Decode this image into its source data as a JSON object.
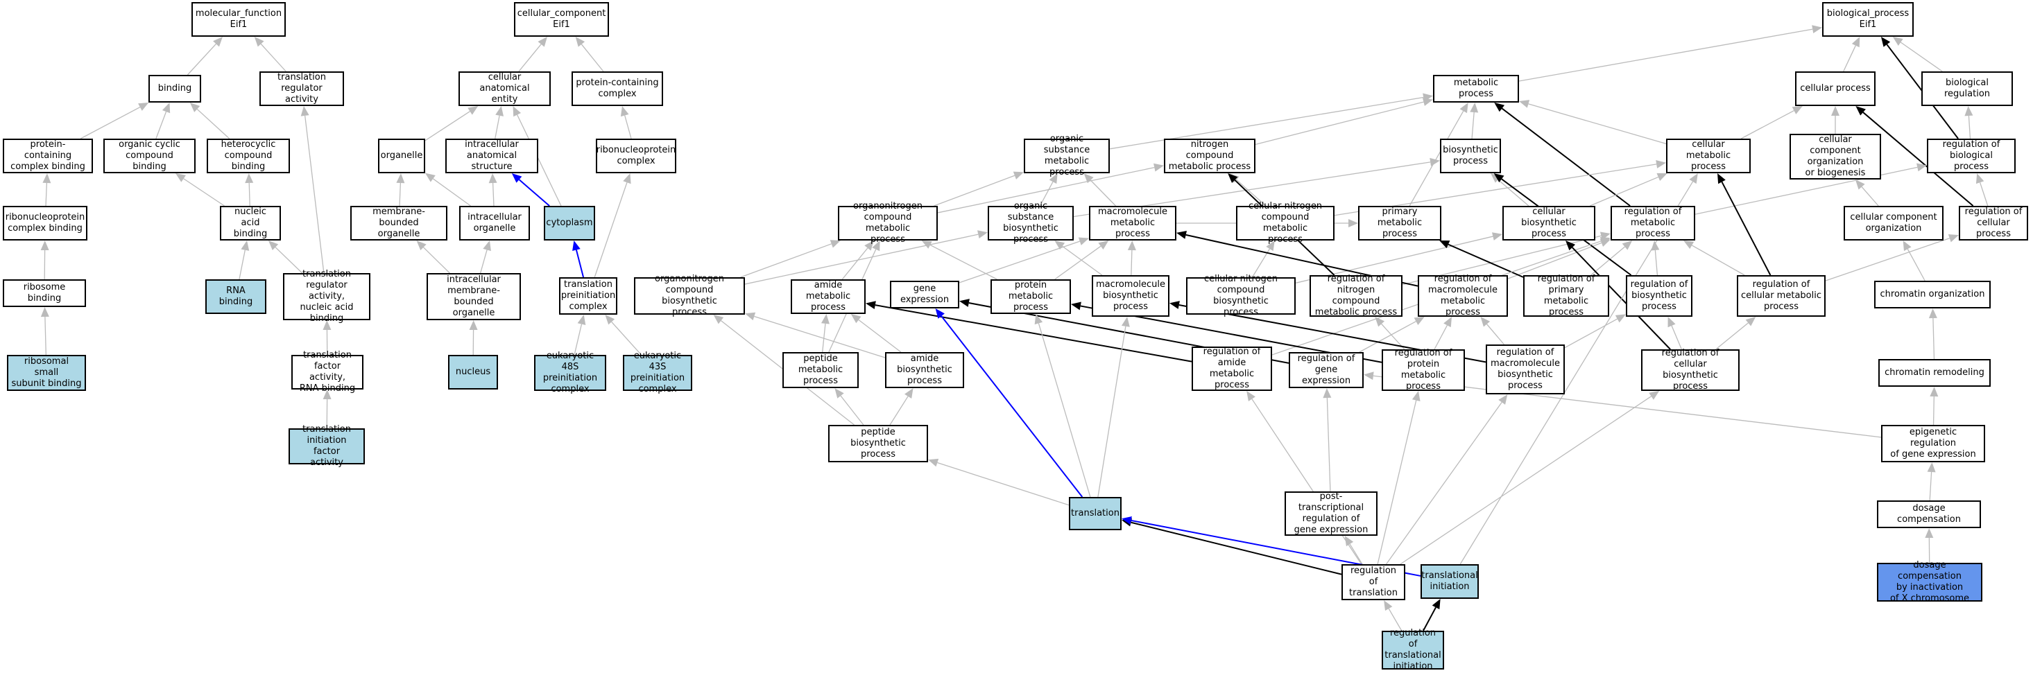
{
  "colors": {
    "is_a_edge": "#bbbbbb",
    "part_of_edge": "#0000ff",
    "regulates_edge": "#000000",
    "node_fill": "#ffffff",
    "highlight_fill": "#add8e6",
    "query_fill": "#6495ed"
  },
  "nodes": [
    {
      "id": "mf",
      "label": "molecular_function\nEif1"
    },
    {
      "id": "binding",
      "label": "binding"
    },
    {
      "id": "trans_reg",
      "label": "translation\nregulator activity"
    },
    {
      "id": "prot_cplx_bind",
      "label": "protein-containing\ncomplex binding"
    },
    {
      "id": "org_cyc",
      "label": "organic cyclic\ncompound binding"
    },
    {
      "id": "hetero",
      "label": "heterocyclic\ncompound binding"
    },
    {
      "id": "rnp_bind",
      "label": "ribonucleoprotein\ncomplex binding"
    },
    {
      "id": "na_bind",
      "label": "nucleic acid\nbinding"
    },
    {
      "id": "ribo_bind",
      "label": "ribosome binding"
    },
    {
      "id": "rna_bind",
      "label": "RNA binding"
    },
    {
      "id": "trans_reg_na",
      "label": "translation\nregulator activity,\nnucleic acid\nbinding"
    },
    {
      "id": "small_sub",
      "label": "ribosomal small\nsubunit binding"
    },
    {
      "id": "tf_rna",
      "label": "translation\nfactor activity,\nRNA binding"
    },
    {
      "id": "tif",
      "label": "translation\ninitiation factor\nactivity"
    },
    {
      "id": "cc",
      "label": "cellular_component\nEif1"
    },
    {
      "id": "cae",
      "label": "cellular anatomical\nentity"
    },
    {
      "id": "pcc",
      "label": "protein-containing\ncomplex"
    },
    {
      "id": "organelle",
      "label": "organelle"
    },
    {
      "id": "ias",
      "label": "intracellular\nanatomical structure"
    },
    {
      "id": "rnp_cplx",
      "label": "ribonucleoprotein\ncomplex"
    },
    {
      "id": "mbo",
      "label": "membrane-bounded\norganelle"
    },
    {
      "id": "io",
      "label": "intracellular\norganelle"
    },
    {
      "id": "cytoplasm",
      "label": "cytoplasm"
    },
    {
      "id": "imbo",
      "label": "intracellular\nmembrane-bounded\norganelle"
    },
    {
      "id": "tpic",
      "label": "translation\npreinitiation\ncomplex"
    },
    {
      "id": "nucleus",
      "label": "nucleus"
    },
    {
      "id": "e48s",
      "label": "eukaryotic 48S\npreinitiation\ncomplex"
    },
    {
      "id": "e43s",
      "label": "eukaryotic 43S\npreinitiation\ncomplex"
    },
    {
      "id": "bp",
      "label": "biological_process\nEif1"
    },
    {
      "id": "metab",
      "label": "metabolic process"
    },
    {
      "id": "cellproc",
      "label": "cellular process"
    },
    {
      "id": "bioreg",
      "label": "biological regulation"
    },
    {
      "id": "osmp",
      "label": "organic substance\nmetabolic process"
    },
    {
      "id": "ncmp",
      "label": "nitrogen compound\nmetabolic process"
    },
    {
      "id": "biosyn",
      "label": "biosynthetic\nprocess"
    },
    {
      "id": "cmp",
      "label": "cellular metabolic\nprocess"
    },
    {
      "id": "ccob",
      "label": "cellular component\norganization\nor biogenesis"
    },
    {
      "id": "rbp",
      "label": "regulation of\nbiological process"
    },
    {
      "id": "oncmp",
      "label": "organonitrogen\ncompound metabolic\nprocess"
    },
    {
      "id": "osbp",
      "label": "organic substance\nbiosynthetic\nprocess"
    },
    {
      "id": "mmp",
      "label": "macromolecule\nmetabolic process"
    },
    {
      "id": "cncmp",
      "label": "cellular nitrogen\ncompound metabolic\nprocess"
    },
    {
      "id": "pmp",
      "label": "primary metabolic\nprocess"
    },
    {
      "id": "cbp",
      "label": "cellular biosynthetic\nprocess"
    },
    {
      "id": "rmp",
      "label": "regulation of\nmetabolic process"
    },
    {
      "id": "cco",
      "label": "cellular component\norganization"
    },
    {
      "id": "rcp",
      "label": "regulation of\ncellular process"
    },
    {
      "id": "oncbp",
      "label": "organonitrogen\ncompound biosynthetic\nprocess"
    },
    {
      "id": "amp",
      "label": "amide metabolic\nprocess"
    },
    {
      "id": "gexp",
      "label": "gene expression"
    },
    {
      "id": "protmp",
      "label": "protein metabolic\nprocess"
    },
    {
      "id": "mbp",
      "label": "macromolecule\nbiosynthetic\nprocess"
    },
    {
      "id": "cncbp",
      "label": "cellular nitrogen\ncompound biosynthetic\nprocess"
    },
    {
      "id": "rncmp",
      "label": "regulation of\nnitrogen compound\nmetabolic process"
    },
    {
      "id": "rmmp",
      "label": "regulation of\nmacromolecule\nmetabolic process"
    },
    {
      "id": "rpmp",
      "label": "regulation of\nprimary metabolic\nprocess"
    },
    {
      "id": "rbiosyn",
      "label": "regulation of\nbiosynthetic\nprocess"
    },
    {
      "id": "rcmp",
      "label": "regulation of\ncellular metabolic\nprocess"
    },
    {
      "id": "chromorg",
      "label": "chromatin organization"
    },
    {
      "id": "pepmp",
      "label": "peptide metabolic\nprocess"
    },
    {
      "id": "abp",
      "label": "amide biosynthetic\nprocess"
    },
    {
      "id": "ramp",
      "label": "regulation of\namide metabolic\nprocess"
    },
    {
      "id": "rge",
      "label": "regulation of\ngene expression"
    },
    {
      "id": "rprotmp",
      "label": "regulation of\nprotein metabolic\nprocess"
    },
    {
      "id": "rmbp",
      "label": "regulation of\nmacromolecule\nbiosynthetic\nprocess"
    },
    {
      "id": "rcbp",
      "label": "regulation of\ncellular biosynthetic\nprocess"
    },
    {
      "id": "chromrem",
      "label": "chromatin remodeling"
    },
    {
      "id": "pbp",
      "label": "peptide biosynthetic\nprocess"
    },
    {
      "id": "erge",
      "label": "epigenetic regulation\nof gene expression"
    },
    {
      "id": "translation",
      "label": "translation"
    },
    {
      "id": "ptrge",
      "label": "post-transcriptional\nregulation of\ngene expression"
    },
    {
      "id": "dosage",
      "label": "dosage compensation"
    },
    {
      "id": "rtrans",
      "label": "regulation of\ntranslation"
    },
    {
      "id": "tinit",
      "label": "translational\ninitiation"
    },
    {
      "id": "dcx",
      "label": "dosage compensation\nby inactivation\nof X chromosome"
    },
    {
      "id": "rti",
      "label": "regulation of\ntranslational\ninitiation"
    }
  ],
  "edges": [
    {
      "from": "binding",
      "to": "mf",
      "type": "is_a"
    },
    {
      "from": "trans_reg",
      "to": "mf",
      "type": "is_a"
    },
    {
      "from": "prot_cplx_bind",
      "to": "binding",
      "type": "is_a"
    },
    {
      "from": "org_cyc",
      "to": "binding",
      "type": "is_a"
    },
    {
      "from": "hetero",
      "to": "binding",
      "type": "is_a"
    },
    {
      "from": "rnp_bind",
      "to": "prot_cplx_bind",
      "type": "is_a"
    },
    {
      "from": "na_bind",
      "to": "org_cyc",
      "type": "is_a"
    },
    {
      "from": "na_bind",
      "to": "hetero",
      "type": "is_a"
    },
    {
      "from": "ribo_bind",
      "to": "rnp_bind",
      "type": "is_a"
    },
    {
      "from": "small_sub",
      "to": "ribo_bind",
      "type": "is_a"
    },
    {
      "from": "rna_bind",
      "to": "na_bind",
      "type": "is_a"
    },
    {
      "from": "trans_reg_na",
      "to": "na_bind",
      "type": "is_a"
    },
    {
      "from": "trans_reg_na",
      "to": "trans_reg",
      "type": "is_a"
    },
    {
      "from": "tf_rna",
      "to": "trans_reg_na",
      "type": "is_a"
    },
    {
      "from": "tif",
      "to": "tf_rna",
      "type": "is_a"
    },
    {
      "from": "cae",
      "to": "cc",
      "type": "is_a"
    },
    {
      "from": "pcc",
      "to": "cc",
      "type": "is_a"
    },
    {
      "from": "organelle",
      "to": "cae",
      "type": "is_a"
    },
    {
      "from": "ias",
      "to": "cae",
      "type": "is_a"
    },
    {
      "from": "cytoplasm",
      "to": "cae",
      "type": "is_a"
    },
    {
      "from": "cytoplasm",
      "to": "ias",
      "type": "part_of"
    },
    {
      "from": "rnp_cplx",
      "to": "pcc",
      "type": "is_a"
    },
    {
      "from": "mbo",
      "to": "organelle",
      "type": "is_a"
    },
    {
      "from": "io",
      "to": "organelle",
      "type": "is_a"
    },
    {
      "from": "io",
      "to": "ias",
      "type": "is_a"
    },
    {
      "from": "imbo",
      "to": "mbo",
      "type": "is_a"
    },
    {
      "from": "imbo",
      "to": "io",
      "type": "is_a"
    },
    {
      "from": "nucleus",
      "to": "imbo",
      "type": "is_a"
    },
    {
      "from": "tpic",
      "to": "rnp_cplx",
      "type": "is_a"
    },
    {
      "from": "tpic",
      "to": "cytoplasm",
      "type": "part_of"
    },
    {
      "from": "e48s",
      "to": "tpic",
      "type": "is_a"
    },
    {
      "from": "e43s",
      "to": "tpic",
      "type": "is_a"
    },
    {
      "from": "metab",
      "to": "bp",
      "type": "is_a"
    },
    {
      "from": "cellproc",
      "to": "bp",
      "type": "is_a"
    },
    {
      "from": "bioreg",
      "to": "bp",
      "type": "is_a"
    },
    {
      "from": "rbp",
      "to": "bp",
      "type": "regulates"
    },
    {
      "from": "rbp",
      "to": "bioreg",
      "type": "is_a"
    },
    {
      "from": "rcp",
      "to": "cellproc",
      "type": "regulates"
    },
    {
      "from": "rcp",
      "to": "rbp",
      "type": "is_a"
    },
    {
      "from": "osmp",
      "to": "metab",
      "type": "is_a"
    },
    {
      "from": "ncmp",
      "to": "metab",
      "type": "is_a"
    },
    {
      "from": "biosyn",
      "to": "metab",
      "type": "is_a"
    },
    {
      "from": "cmp",
      "to": "metab",
      "type": "is_a"
    },
    {
      "from": "cmp",
      "to": "cellproc",
      "type": "is_a"
    },
    {
      "from": "ccob",
      "to": "cellproc",
      "type": "is_a"
    },
    {
      "from": "pmp",
      "to": "metab",
      "type": "is_a"
    },
    {
      "from": "rmp",
      "to": "metab",
      "type": "regulates"
    },
    {
      "from": "rmp",
      "to": "rbp",
      "type": "is_a"
    },
    {
      "from": "cco",
      "to": "ccob",
      "type": "is_a"
    },
    {
      "from": "chromorg",
      "to": "cco",
      "type": "is_a"
    },
    {
      "from": "chromrem",
      "to": "chromorg",
      "type": "is_a"
    },
    {
      "from": "erge",
      "to": "chromrem",
      "type": "is_a"
    },
    {
      "from": "erge",
      "to": "rge",
      "type": "is_a"
    },
    {
      "from": "dosage",
      "to": "erge",
      "type": "is_a"
    },
    {
      "from": "dcx",
      "to": "dosage",
      "type": "is_a"
    },
    {
      "from": "oncmp",
      "to": "osmp",
      "type": "is_a"
    },
    {
      "from": "oncmp",
      "to": "ncmp",
      "type": "is_a"
    },
    {
      "from": "osbp",
      "to": "osmp",
      "type": "is_a"
    },
    {
      "from": "osbp",
      "to": "biosyn",
      "type": "is_a"
    },
    {
      "from": "mmp",
      "to": "osmp",
      "type": "is_a"
    },
    {
      "from": "mmp",
      "to": "pmp",
      "type": "is_a"
    },
    {
      "from": "cncmp",
      "to": "ncmp",
      "type": "is_a"
    },
    {
      "from": "cncmp",
      "to": "cmp",
      "type": "is_a"
    },
    {
      "from": "cbp",
      "to": "biosyn",
      "type": "is_a"
    },
    {
      "from": "cbp",
      "to": "cmp",
      "type": "is_a"
    },
    {
      "from": "oncbp",
      "to": "oncmp",
      "type": "is_a"
    },
    {
      "from": "oncbp",
      "to": "osbp",
      "type": "is_a"
    },
    {
      "from": "amp",
      "to": "oncmp",
      "type": "is_a"
    },
    {
      "from": "gexp",
      "to": "mmp",
      "type": "is_a"
    },
    {
      "from": "protmp",
      "to": "oncmp",
      "type": "is_a"
    },
    {
      "from": "protmp",
      "to": "mmp",
      "type": "is_a"
    },
    {
      "from": "mbp",
      "to": "mmp",
      "type": "is_a"
    },
    {
      "from": "mbp",
      "to": "osbp",
      "type": "is_a"
    },
    {
      "from": "cncbp",
      "to": "cncmp",
      "type": "is_a"
    },
    {
      "from": "cncbp",
      "to": "cbp",
      "type": "is_a"
    },
    {
      "from": "rncmp",
      "to": "ncmp",
      "type": "regulates"
    },
    {
      "from": "rncmp",
      "to": "rmp",
      "type": "is_a"
    },
    {
      "from": "rmmp",
      "to": "mmp",
      "type": "regulates"
    },
    {
      "from": "rmmp",
      "to": "rmp",
      "type": "is_a"
    },
    {
      "from": "rpmp",
      "to": "pmp",
      "type": "regulates"
    },
    {
      "from": "rpmp",
      "to": "rmp",
      "type": "is_a"
    },
    {
      "from": "rbiosyn",
      "to": "biosyn",
      "type": "regulates"
    },
    {
      "from": "rbiosyn",
      "to": "rmp",
      "type": "is_a"
    },
    {
      "from": "rcmp",
      "to": "cmp",
      "type": "regulates"
    },
    {
      "from": "rcmp",
      "to": "rmp",
      "type": "is_a"
    },
    {
      "from": "rcmp",
      "to": "rcp",
      "type": "is_a"
    },
    {
      "from": "pepmp",
      "to": "amp",
      "type": "is_a"
    },
    {
      "from": "pepmp",
      "to": "oncmp",
      "type": "is_a"
    },
    {
      "from": "abp",
      "to": "amp",
      "type": "is_a"
    },
    {
      "from": "abp",
      "to": "oncbp",
      "type": "is_a"
    },
    {
      "from": "ramp",
      "to": "amp",
      "type": "regulates"
    },
    {
      "from": "ramp",
      "to": "rmp",
      "type": "is_a"
    },
    {
      "from": "rge",
      "to": "gexp",
      "type": "regulates"
    },
    {
      "from": "rge",
      "to": "rmmp",
      "type": "is_a"
    },
    {
      "from": "rprotmp",
      "to": "protmp",
      "type": "regulates"
    },
    {
      "from": "rprotmp",
      "to": "rmmp",
      "type": "is_a"
    },
    {
      "from": "rprotmp",
      "to": "rncmp",
      "type": "is_a"
    },
    {
      "from": "rmbp",
      "to": "mbp",
      "type": "regulates"
    },
    {
      "from": "rmbp",
      "to": "rmmp",
      "type": "is_a"
    },
    {
      "from": "rmbp",
      "to": "rbiosyn",
      "type": "is_a"
    },
    {
      "from": "rcbp",
      "to": "cbp",
      "type": "regulates"
    },
    {
      "from": "rcbp",
      "to": "rbiosyn",
      "type": "is_a"
    },
    {
      "from": "rcbp",
      "to": "rcmp",
      "type": "is_a"
    },
    {
      "from": "pbp",
      "to": "pepmp",
      "type": "is_a"
    },
    {
      "from": "pbp",
      "to": "abp",
      "type": "is_a"
    },
    {
      "from": "pbp",
      "to": "oncbp",
      "type": "is_a"
    },
    {
      "from": "translation",
      "to": "pbp",
      "type": "is_a"
    },
    {
      "from": "translation",
      "to": "gexp",
      "type": "part_of"
    },
    {
      "from": "translation",
      "to": "protmp",
      "type": "is_a"
    },
    {
      "from": "translation",
      "to": "mbp",
      "type": "is_a"
    },
    {
      "from": "ptrge",
      "to": "rge",
      "type": "is_a"
    },
    {
      "from": "rtrans",
      "to": "translation",
      "type": "regulates"
    },
    {
      "from": "rtrans",
      "to": "ptrge",
      "type": "is_a"
    },
    {
      "from": "rtrans",
      "to": "ramp",
      "type": "is_a"
    },
    {
      "from": "rtrans",
      "to": "rprotmp",
      "type": "is_a"
    },
    {
      "from": "rtrans",
      "to": "rmbp",
      "type": "is_a"
    },
    {
      "from": "rtrans",
      "to": "rcbp",
      "type": "is_a"
    },
    {
      "from": "tinit",
      "to": "translation",
      "type": "part_of"
    },
    {
      "from": "tinit",
      "to": "cmp",
      "type": "is_a"
    },
    {
      "from": "rti",
      "to": "tinit",
      "type": "regulates"
    },
    {
      "from": "rti",
      "to": "rtrans",
      "type": "is_a"
    }
  ]
}
